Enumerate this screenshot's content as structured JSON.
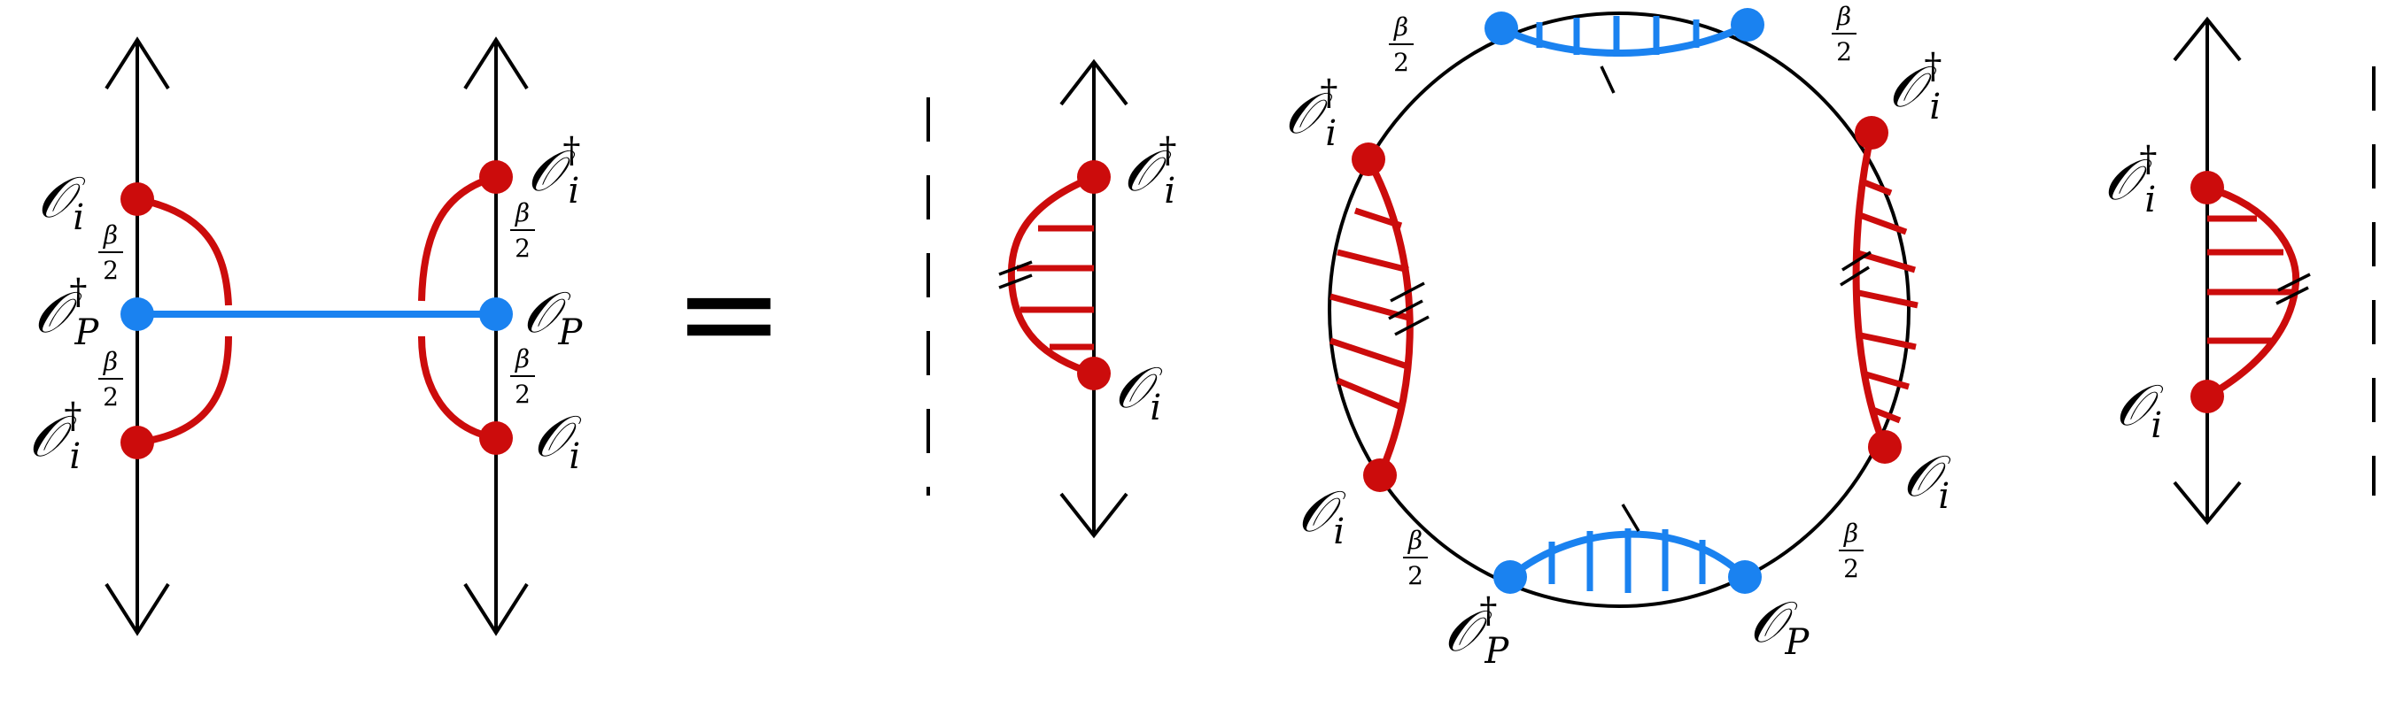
{
  "symbols": {
    "op_letter": "𝒪",
    "sub_i": "i",
    "sub_P": "P",
    "dagger": "†",
    "beta": "β",
    "two": "2",
    "equals": "="
  },
  "colors": {
    "red": "#cc0c0c",
    "blue": "#1a82f0",
    "black": "#000000"
  }
}
